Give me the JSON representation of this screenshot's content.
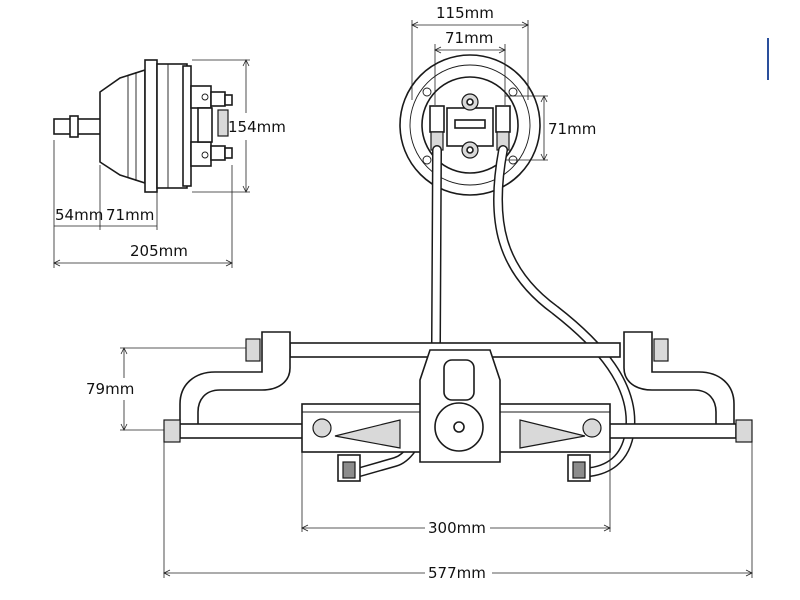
{
  "dimensions": {
    "side_height": "154mm",
    "side_shaft": "54mm",
    "side_body": "71mm",
    "side_total": "205mm",
    "front_outer": "115mm",
    "front_inner": "71mm",
    "front_vertical": "71mm",
    "cylinder_offset": "79mm",
    "cylinder_body": "300mm",
    "cylinder_total": "577mm"
  },
  "colors": {
    "line": "#1a1a1a",
    "fitting": "#8c8c8c",
    "shade": "#d9d9d9",
    "accent_mark": "#2a4f9c"
  }
}
